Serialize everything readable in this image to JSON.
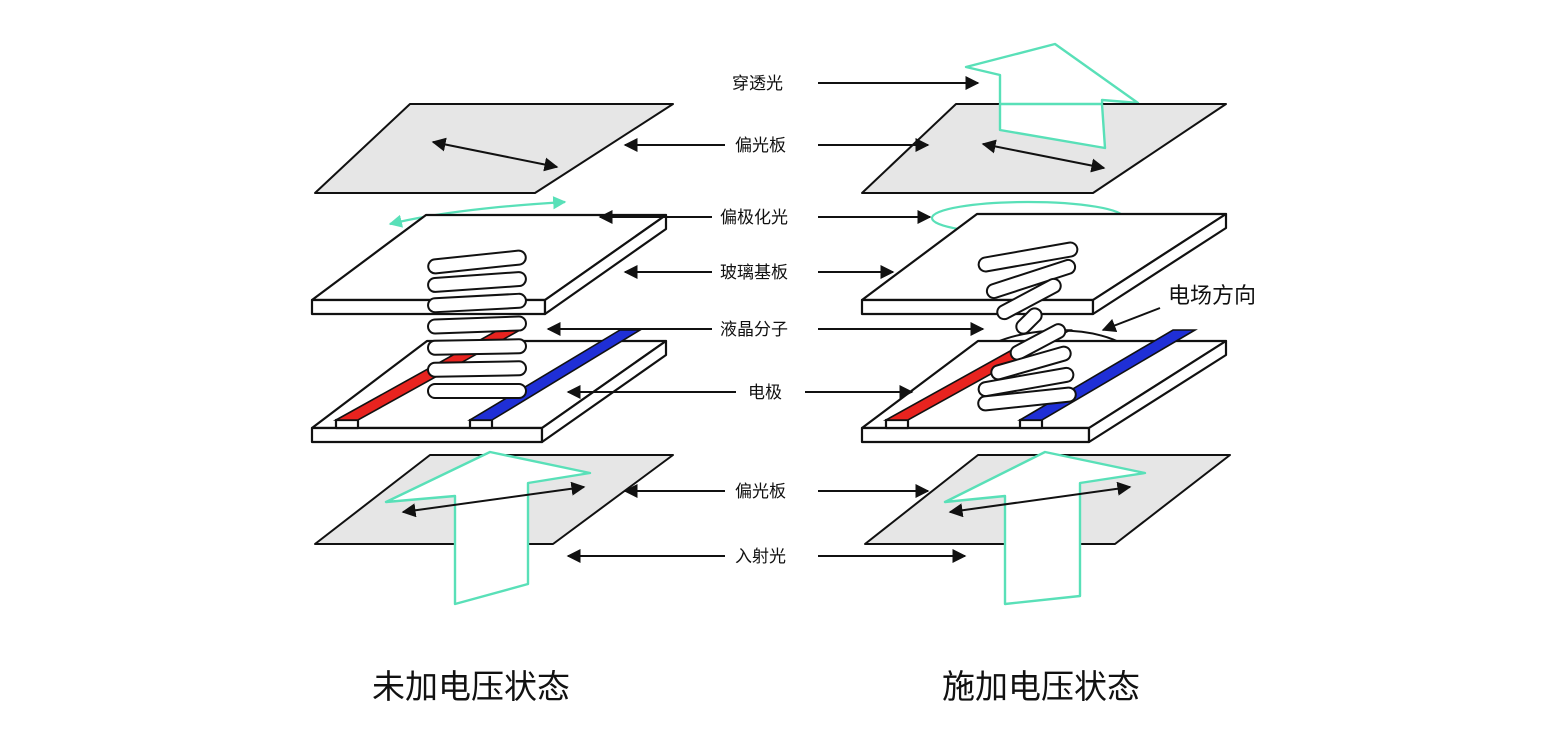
{
  "labels": {
    "transmitted_light": "穿透光",
    "polarizer_top": "偏光板",
    "polarized_light": "偏极化光",
    "glass_substrate": "玻璃基板",
    "liquid_crystal": "液晶分子",
    "electrode": "电极",
    "polarizer_bottom": "偏光板",
    "incident_light": "入射光",
    "field_direction": "电场方向"
  },
  "captions": {
    "left": "未加电压状态",
    "right": "施加电压状态"
  },
  "colors": {
    "electrode_positive": "#e8231f",
    "electrode_negative": "#1f2fd6",
    "light": "#59e0b8",
    "polarizer_fill": "#e6e6e6"
  }
}
